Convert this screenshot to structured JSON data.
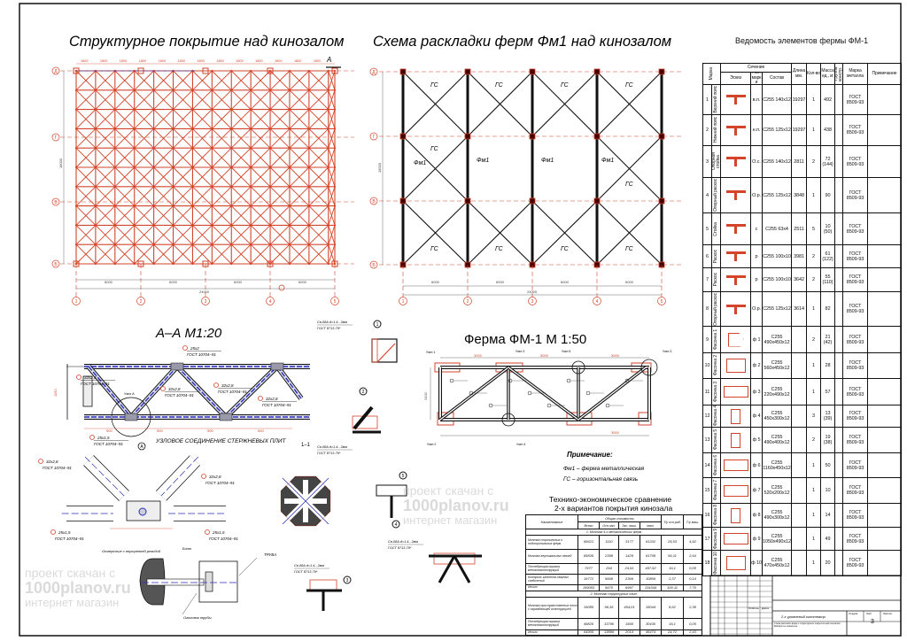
{
  "plan_structural": {
    "title": "Структурное покрытие над кинозалом",
    "axes_num": [
      "1",
      "2",
      "3",
      "4",
      "5"
    ],
    "axes_letter": [
      "Д",
      "Г",
      "В",
      "Б"
    ],
    "dim_module": "1800",
    "dim_span": "6000",
    "dim_total": "24000",
    "dim_height": "18000",
    "section_mark": "А"
  },
  "plan_trusses": {
    "title": "Схема раскладки ферм Фм1 над кинозалом",
    "axes_num": [
      "1",
      "2",
      "3",
      "4",
      "5"
    ],
    "axes_letter": [
      "Д",
      "Г",
      "В",
      "Б"
    ],
    "label_bracing": "ГС",
    "label_truss": "Фм1",
    "dim_span": "6000",
    "dim_total": "24000",
    "dim_height": "18000"
  },
  "section_aa": {
    "title": "А–А  М1:20",
    "tube_top": "25х2",
    "tube_diag": "32х2,8",
    "tube_bottom": "25х1,5",
    "gost": "ГОСТ 10704–91",
    "node_label": "Узел А",
    "dim": "900",
    "height": "1150",
    "caption": "УЗЛОВОЕ СОЕДИНЕНИЕ СТЕРЖНЕВЫХ ПЛИТ",
    "node_mark": "А"
  },
  "bolt_detail": {
    "hole_label": "Отверстие с внутренней резьбой",
    "bolt_label": "Болт",
    "tube_label": "ТРУБА",
    "end_label": "Оголовок трубы"
  },
  "details": {
    "electrode": "Св-08А d=1.4...2мм",
    "electrode_gost": "ГОСТ 8713-79*",
    "section_11": "1–1",
    "node_numbers": [
      "1",
      "2",
      "3",
      "4",
      "5"
    ]
  },
  "truss": {
    "title": "Ферма ФМ-1    М 1:50",
    "dim_panel": "3000",
    "dim_height": "2432",
    "node_labels": [
      "Узел 1",
      "Узел 2",
      "Узел 3",
      "Узел 4",
      "Узел 5"
    ]
  },
  "notes": {
    "title": "Примечание:",
    "items": [
      "Фм1 – ферма металлическая",
      "ГС – горизонтальная связь"
    ]
  },
  "comparison": {
    "title1": "Технико-экономическое сравнение",
    "title2": "2-х вариантов покрытия кинозала",
    "headers": {
      "name": "Наименование",
      "cost": "Общая стоимость",
      "total": "Всего",
      "base": "Осн.зап.",
      "mach": "Экс. маш.",
      "mat": "мат.",
      "labor": "Т/у осн.раб.",
      "labor_m": "Т/у маш."
    },
    "section1": "1. Монтаж 4-х металлических ферм",
    "section2": "2. Монтаж структурных плит",
    "rows1": [
      [
        "Монтаж стропильных и подстропильных ферм",
        "65621",
        "1110",
        "3177",
        "61332",
        "25,53",
        "4,92"
      ],
      [
        "Монтаж вертикальных связей",
        "65836",
        "2398",
        "1429",
        "61708",
        "56,11",
        "2,64"
      ],
      [
        "Последующая окраска металлоконструкций",
        "7977",
        "294",
        "24,91",
        "497,52",
        "16,1",
        "0,05"
      ],
      [
        "Контроль качества сварных соединений",
        "19772",
        "5668",
        "2366",
        "10806",
        "2,37",
        "0,14"
      ],
      [
        "Итого",
        "159053",
        "9470",
        "6997",
        "134344",
        "100,11",
        "7,75"
      ]
    ],
    "rows2": [
      [
        "Монтаж пространственных плит с ограждающей конструкцией",
        "15085",
        "96,36",
        "454,01",
        "15044",
        "8,62",
        "2,38"
      ],
      [
        "Последующая окраска металлоконструкций",
        "49820",
        "13790",
        "1560",
        "30430",
        "16,1",
        "0,05"
      ],
      [
        "Итого",
        "64905",
        "13886",
        "2014",
        "45474",
        "24,72",
        "2,43"
      ]
    ]
  },
  "spec": {
    "title": "Ведомость элементов фермы ФМ-1",
    "headers": {
      "mark": "Марка",
      "section": "Сечение",
      "sketch": "Эскиз",
      "pos": "Поз. марки",
      "comp": "Состав",
      "length": "Длина мм.",
      "qty": "Кол-во",
      "mass": "Масса ед., кг",
      "group": "Группа констр.",
      "steel": "Марка металла",
      "note": "Примечание"
    },
    "rows": [
      {
        "n": "1",
        "name": "Верхний пояс",
        "pos": "в.п.",
        "comp": "С255 140х12",
        "len": "19297",
        "qty": "1",
        "mass": "492",
        "steel": "ГОСТ 8509-93",
        "shape": "tee"
      },
      {
        "n": "2",
        "name": "Нижний пояс",
        "pos": "н.п.",
        "comp": "С255 125х12",
        "len": "19297",
        "qty": "1",
        "mass": "438",
        "steel": "ГОСТ 8509-93",
        "shape": "tee"
      },
      {
        "n": "3",
        "name": "Опорная стойка",
        "pos": "О.с.",
        "comp": "С255 140х12",
        "len": "2811",
        "qty": "2",
        "mass": "72 (144)",
        "steel": "ГОСТ 8509-93",
        "shape": "tee"
      },
      {
        "n": "4",
        "name": "Опорный раскос",
        "pos": "О.р.",
        "comp": "С255 125х12",
        "len": "3848",
        "qty": "1",
        "mass": "90",
        "steel": "ГОСТ 8509-93",
        "shape": "tee"
      },
      {
        "n": "5",
        "name": "Стойка",
        "pos": "с",
        "comp": "С255 63х4",
        "len": "2511",
        "qty": "5",
        "mass": "10 (50)",
        "steel": "ГОСТ 8509-93",
        "shape": "tee"
      },
      {
        "n": "6",
        "name": "Раскос",
        "pos": "р",
        "comp": "С255 100х10",
        "len": "3981",
        "qty": "2",
        "mass": "61 (122)",
        "steel": "ГОСТ 8509-93",
        "shape": "tee"
      },
      {
        "n": "7",
        "name": "Раскос",
        "pos": "р",
        "comp": "С255 100х10",
        "len": "3642",
        "qty": "2",
        "mass": "55 (110)",
        "steel": "ГОСТ 8509-93",
        "shape": "tee"
      },
      {
        "n": "8",
        "name": "Опорный раскос",
        "pos": "О.р.",
        "comp": "С255 125х12",
        "len": "3614",
        "qty": "1",
        "mass": "82",
        "steel": "ГОСТ 8509-93",
        "shape": "tee"
      },
      {
        "n": "9",
        "name": "Фасонка 1",
        "pos": "ф 1",
        "comp": "С255 490х450х12",
        "len": "",
        "qty": "2",
        "mass": "21 (42)",
        "steel": "ГОСТ 8509-93",
        "shape": "poly"
      },
      {
        "n": "10",
        "name": "Фасонка 2",
        "pos": "ф 2",
        "comp": "С255 560х450х12",
        "len": "",
        "qty": "1",
        "mass": "28",
        "steel": "ГОСТ 8509-93",
        "shape": "rect"
      },
      {
        "n": "11",
        "name": "Фасонка 3",
        "pos": "ф 3",
        "comp": "С255 220х490х12",
        "len": "",
        "qty": "1",
        "mass": "57",
        "steel": "ГОСТ 8509-93",
        "shape": "wide"
      },
      {
        "n": "12",
        "name": "Фасонка 4",
        "pos": "ф 4",
        "comp": "С255 450х300х12",
        "len": "",
        "qty": "3",
        "mass": "13 (39)",
        "steel": "ГОСТ 8509-93",
        "shape": "tall"
      },
      {
        "n": "13",
        "name": "Фасонка 5",
        "pos": "ф 5",
        "comp": "С255 490х400х12",
        "len": "",
        "qty": "2",
        "mass": "19 (38)",
        "steel": "ГОСТ 8509-93",
        "shape": "tall"
      },
      {
        "n": "14",
        "name": "Фасонка 6",
        "pos": "ф 6",
        "comp": "С255 1160х450х12",
        "len": "",
        "qty": "1",
        "mass": "50",
        "steel": "ГОСТ 8509-93",
        "shape": "wide"
      },
      {
        "n": "15",
        "name": "Фасонка 7",
        "pos": "ф 7",
        "comp": "С255 520х200х12",
        "len": "",
        "qty": "1",
        "mass": "10",
        "steel": "ГОСТ 8509-93",
        "shape": "wide"
      },
      {
        "n": "16",
        "name": "Фасонка 8",
        "pos": "ф 8",
        "comp": "С255 490х300х12",
        "len": "",
        "qty": "1",
        "mass": "14",
        "steel": "ГОСТ 8509-93",
        "shape": "tall"
      },
      {
        "n": "17",
        "name": "Фасонка 9",
        "pos": "ф 9",
        "comp": "С255 1050х490х12",
        "len": "",
        "qty": "1",
        "mass": "49",
        "steel": "ГОСТ 8509-93",
        "shape": "wide"
      },
      {
        "n": "18",
        "name": "Фасонка 10",
        "pos": "ф 10",
        "comp": "С255 470х450х12",
        "len": "",
        "qty": "1",
        "mass": "20",
        "steel": "ГОСТ 8509-93",
        "shape": "rect"
      }
    ]
  },
  "title_block": {
    "sign_label": "Подпись",
    "date_label": "Дата",
    "drawing_title": "2-х уровневый кинотеатр",
    "sheet_desc": "Схема раскладки ферм и структурного покрытия над кинозалом. Ведомость элементов",
    "stage_label": "Стадия",
    "sheet_label": "Лист",
    "sheets_label": "Листов",
    "sheet": "3"
  },
  "watermark": [
    "проект скачан с",
    "1000planov.ru",
    "интернет магазин"
  ],
  "colors": {
    "red": "#d2452b",
    "blue": "#2a2fb8",
    "ink": "#111111"
  }
}
